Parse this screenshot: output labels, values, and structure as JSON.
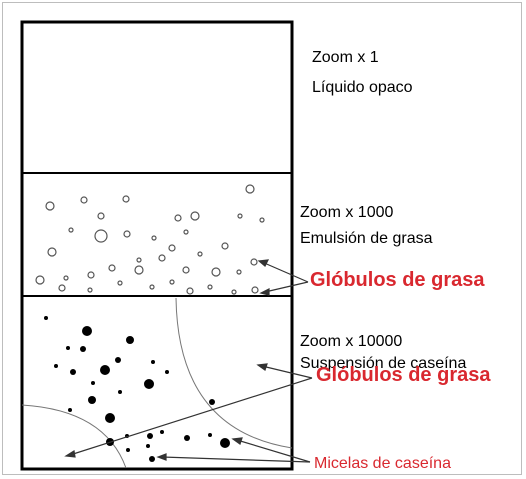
{
  "sections": {
    "top": {
      "zoom": "Zoom x 1",
      "description": "Líquido opaco"
    },
    "middle": {
      "zoom": "Zoom x 1000",
      "description": "Emulsión de grasa",
      "callout": "Glóbulos de grasa"
    },
    "bottom": {
      "zoom": "Zoom x 10000",
      "description": "Suspensión de caseína",
      "callout_globules": "Glóbulos de grasa",
      "callout_micelles": "Micelas de caseína"
    }
  },
  "colors": {
    "callout": "#d9282f",
    "outline": "#000000",
    "frame": "#bdbdbd"
  }
}
